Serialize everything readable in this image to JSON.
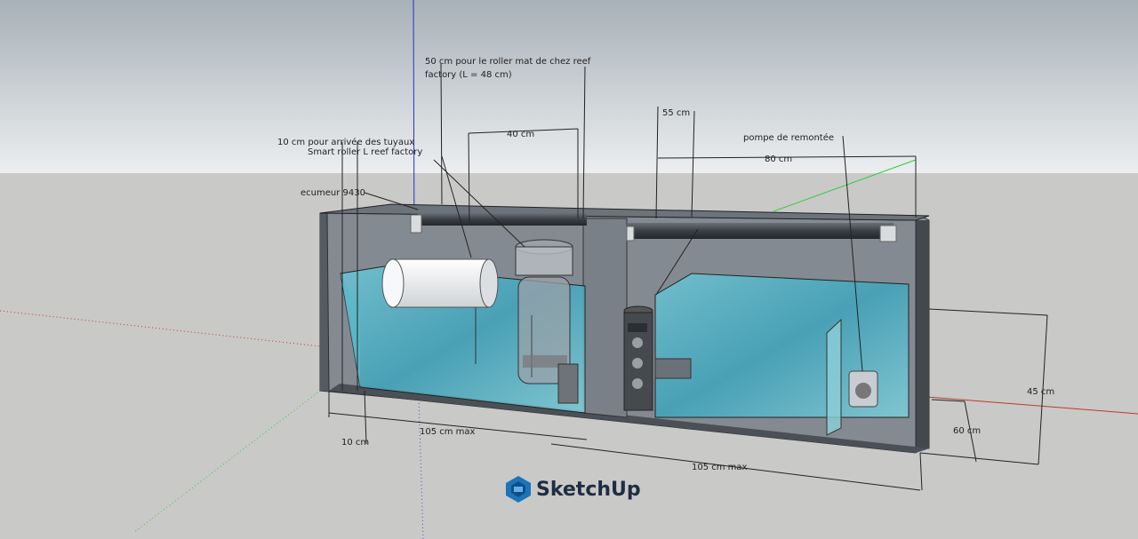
{
  "labels": {
    "roller_mat_line1": "50 cm pour le roller mat de chez reef",
    "roller_mat_line2": "factory (L = 48 cm)",
    "w40": "40 cm",
    "w55": "55 cm",
    "pompe": "pompe de remontée",
    "w80": "80 cm",
    "tuyaux": "10 cm pour arrivée des tuyaux",
    "smart_roller": "Smart roller L reef factory",
    "ecumeur": "ecumeur 9430",
    "w10": "10 cm",
    "w105a": "105 cm max",
    "w105b": "105 cm max",
    "h45": "45 cm",
    "d60": "60 cm"
  },
  "brand": {
    "name": "SketchUp"
  },
  "colors": {
    "sky_top": "#a9b2b8",
    "sky_bottom": "#e7eaec",
    "ground": "#c9c9c7",
    "tank_body": "#6b7178",
    "water": "#4fb2c6",
    "axis_red": "#c0392b",
    "axis_green": "#2ecc40",
    "axis_blue": "#2233cc",
    "brand_blue": "#1b74b8"
  }
}
